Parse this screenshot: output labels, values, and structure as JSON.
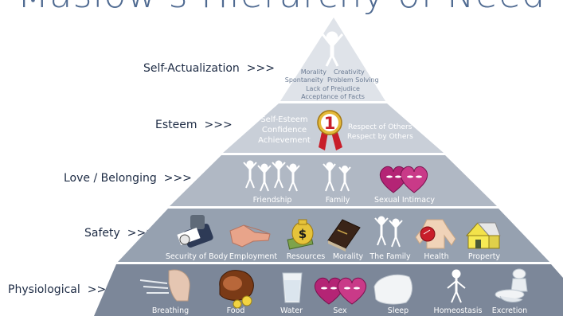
{
  "title": "Maslow's Hierarchy of Need",
  "levels": [
    {
      "label": "Self-Actualization",
      "arrow": ">>>",
      "items": [
        "Morality",
        "Creativity",
        "Spontaneity",
        "Problem Solving",
        "Lack of Prejudice",
        "Acceptance of Facts"
      ]
    },
    {
      "label": "Esteem",
      "arrow": ">>>",
      "left_text": [
        "Self-Esteem",
        "Confidence",
        "Achievement"
      ],
      "right_text": [
        "Respect of Others",
        "Respect by Others"
      ],
      "badge": "1"
    },
    {
      "label": "Love / Belonging",
      "arrow": ">>>",
      "items": [
        "Friendship",
        "Family",
        "Sexual Intimacy"
      ]
    },
    {
      "label": "Safety",
      "arrow": ">>>",
      "items": [
        "Security of Body",
        "Employment",
        "Resources",
        "Morality",
        "The Family",
        "Health",
        "Property"
      ],
      "bill_symbol": "$"
    },
    {
      "label": "Physiological",
      "arrow": ">>>",
      "items": [
        "Breathing",
        "Food",
        "Water",
        "Sex",
        "Sleep",
        "Homeostasis",
        "Excretion"
      ]
    }
  ],
  "colors": {
    "top": "#dfe3e9",
    "esteem": "#c9cfd8",
    "love": "#b0b8c4",
    "safety": "#96a1b0",
    "physio": "#7c8799",
    "title": "#4f6a91"
  }
}
